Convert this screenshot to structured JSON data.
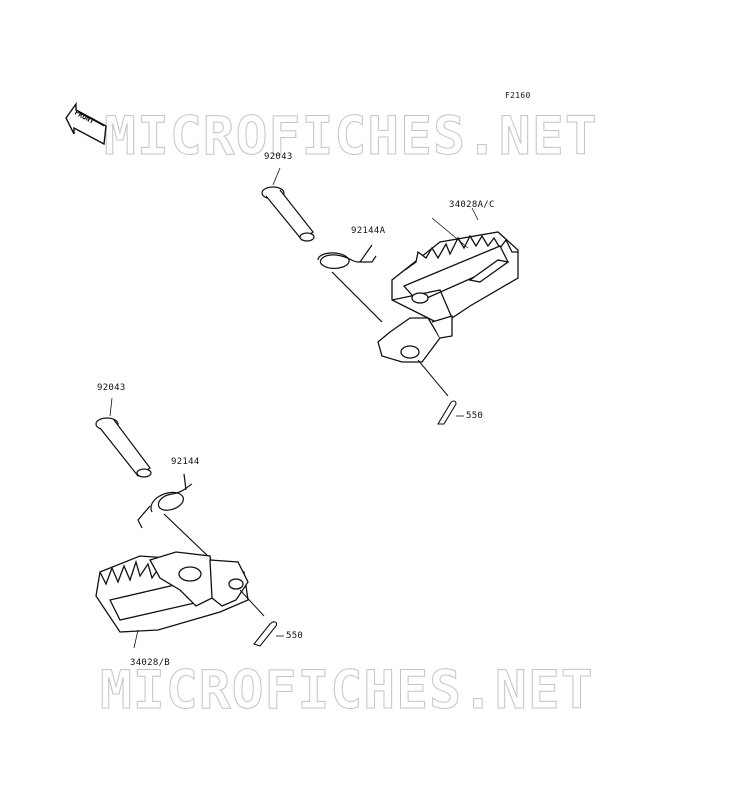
{
  "figure_code": "F2160",
  "front_marker": "FRONT",
  "watermark": {
    "top": "MICROFICHES.NET",
    "bottom": "MICROFICHES.NET"
  },
  "parts": {
    "upper_pin": "92043",
    "upper_spring": "92144A",
    "upper_peg": "34028A/C",
    "upper_cotter": "550",
    "lower_pin": "92043",
    "lower_spring": "92144",
    "lower_peg": "34028/B",
    "lower_cotter": "550"
  }
}
